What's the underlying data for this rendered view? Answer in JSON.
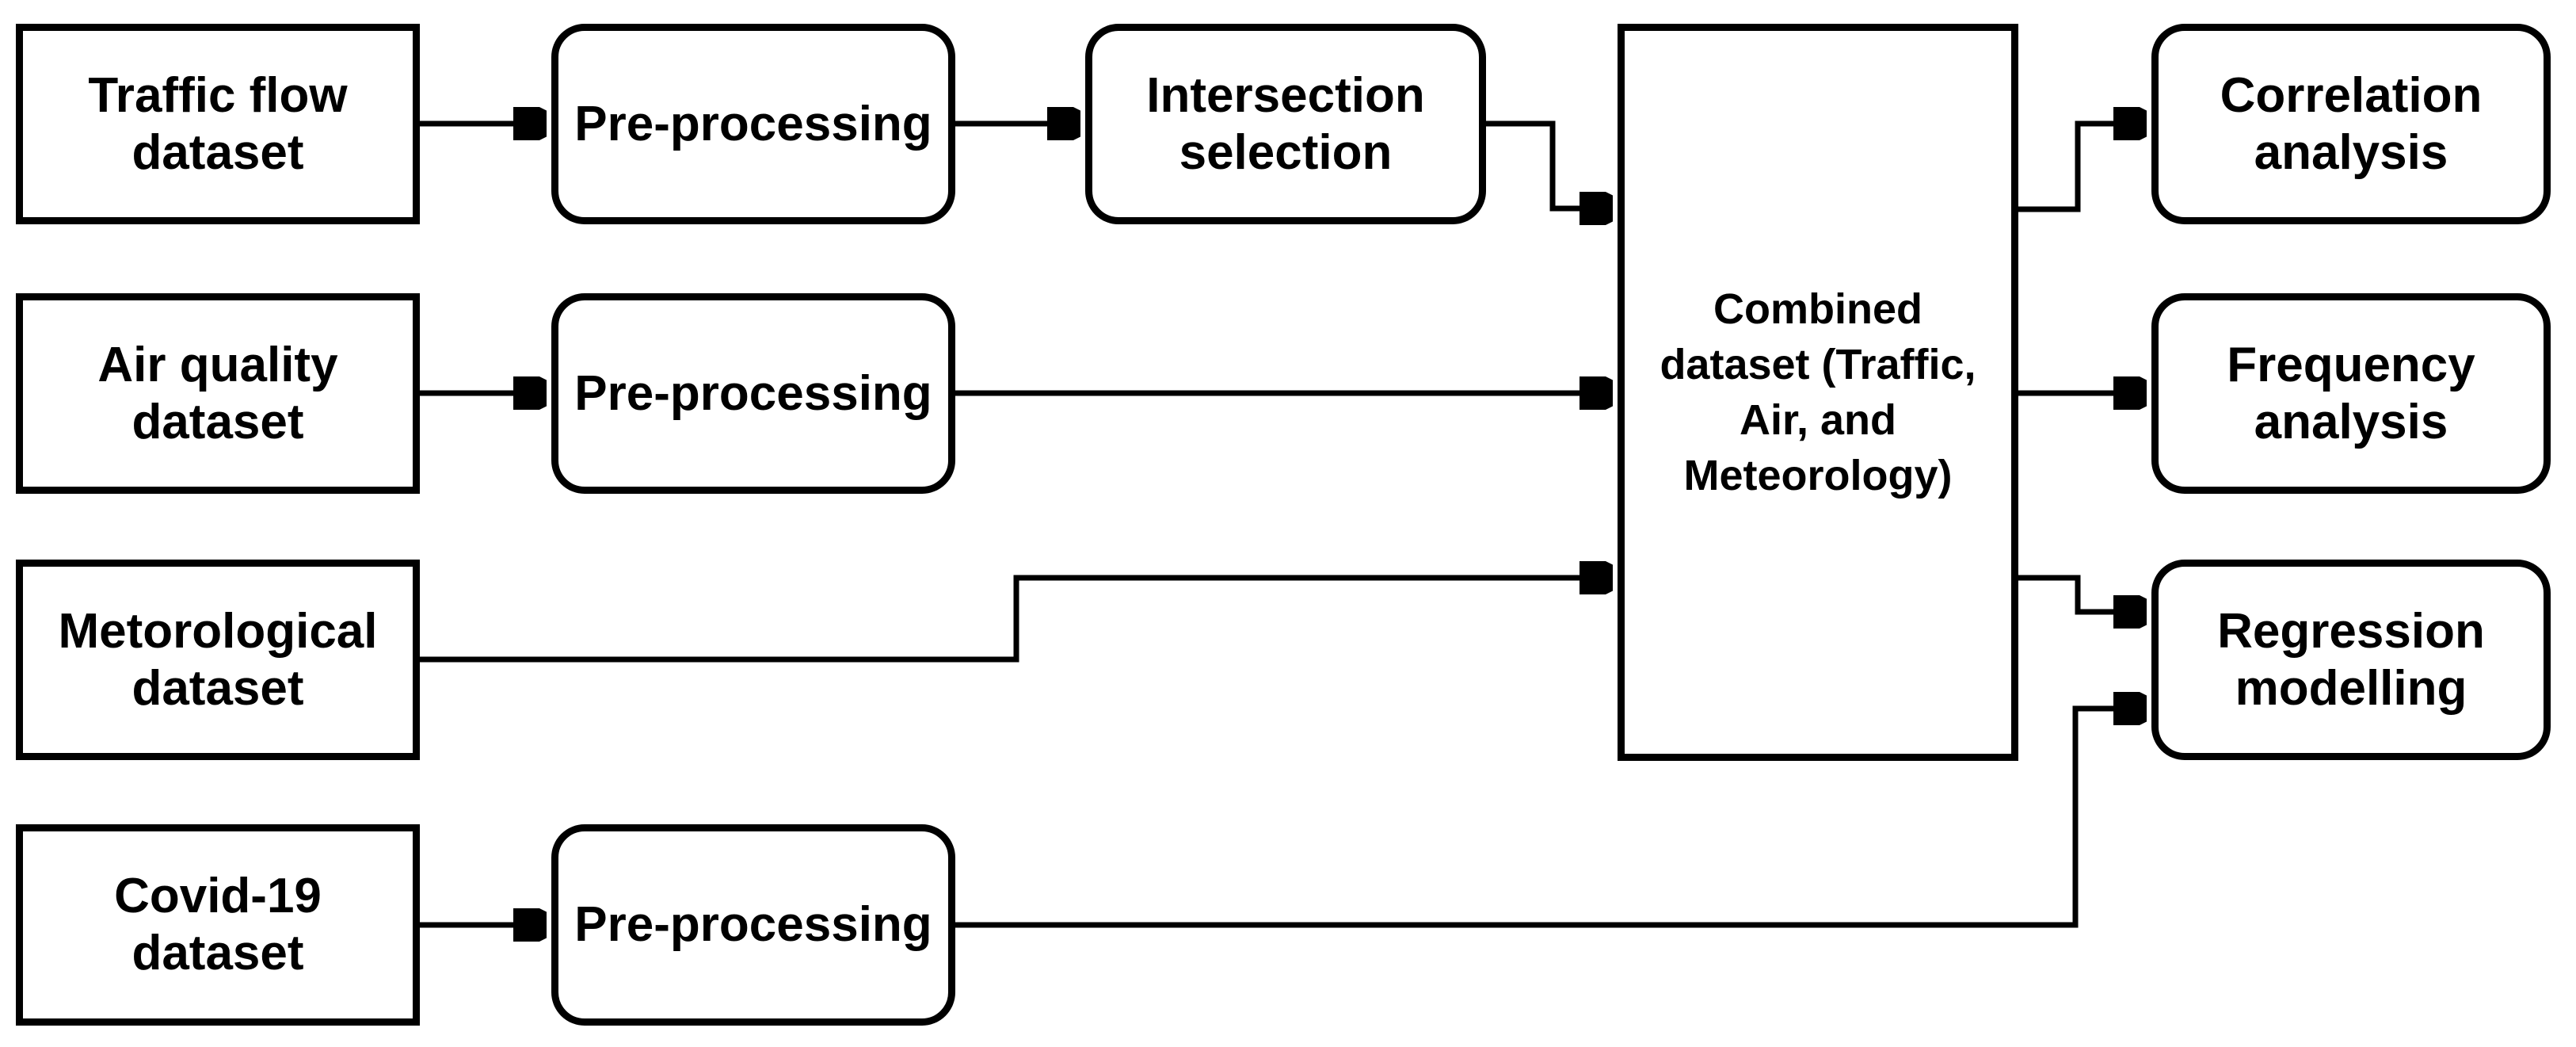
{
  "diagram_type": "flowchart",
  "colors": {
    "line": "#000000",
    "text": "#000000",
    "background": "#ffffff"
  },
  "nodes": {
    "traffic_flow": {
      "label": "Traffic flow\ndataset",
      "shape": "rectangle"
    },
    "preprocessing_traffic": {
      "label": "Pre-processing",
      "shape": "rounded"
    },
    "intersection_selection": {
      "label": "Intersection\nselection",
      "shape": "rounded"
    },
    "air_quality": {
      "label": "Air quality\ndataset",
      "shape": "rectangle"
    },
    "preprocessing_air": {
      "label": "Pre-processing",
      "shape": "rounded"
    },
    "meteorological": {
      "label": "Metorological\ndataset",
      "shape": "rectangle"
    },
    "covid": {
      "label": "Covid-19\ndataset",
      "shape": "rectangle"
    },
    "preprocessing_covid": {
      "label": "Pre-processing",
      "shape": "rounded"
    },
    "combined": {
      "label": "Combined\ndataset (Traffic,\nAir, and\nMeteorology)",
      "shape": "rectangle"
    },
    "correlation": {
      "label": "Correlation\nanalysis",
      "shape": "rounded"
    },
    "frequency": {
      "label": "Frequency\nanalysis",
      "shape": "rounded"
    },
    "regression": {
      "label": "Regression\nmodelling",
      "shape": "rounded"
    }
  },
  "edges": [
    {
      "from": "traffic_flow",
      "to": "preprocessing_traffic"
    },
    {
      "from": "preprocessing_traffic",
      "to": "intersection_selection"
    },
    {
      "from": "intersection_selection",
      "to": "combined"
    },
    {
      "from": "air_quality",
      "to": "preprocessing_air"
    },
    {
      "from": "preprocessing_air",
      "to": "combined"
    },
    {
      "from": "meteorological",
      "to": "combined"
    },
    {
      "from": "covid",
      "to": "preprocessing_covid"
    },
    {
      "from": "preprocessing_covid",
      "to": "regression"
    },
    {
      "from": "combined",
      "to": "correlation"
    },
    {
      "from": "combined",
      "to": "frequency"
    },
    {
      "from": "combined",
      "to": "regression"
    }
  ]
}
